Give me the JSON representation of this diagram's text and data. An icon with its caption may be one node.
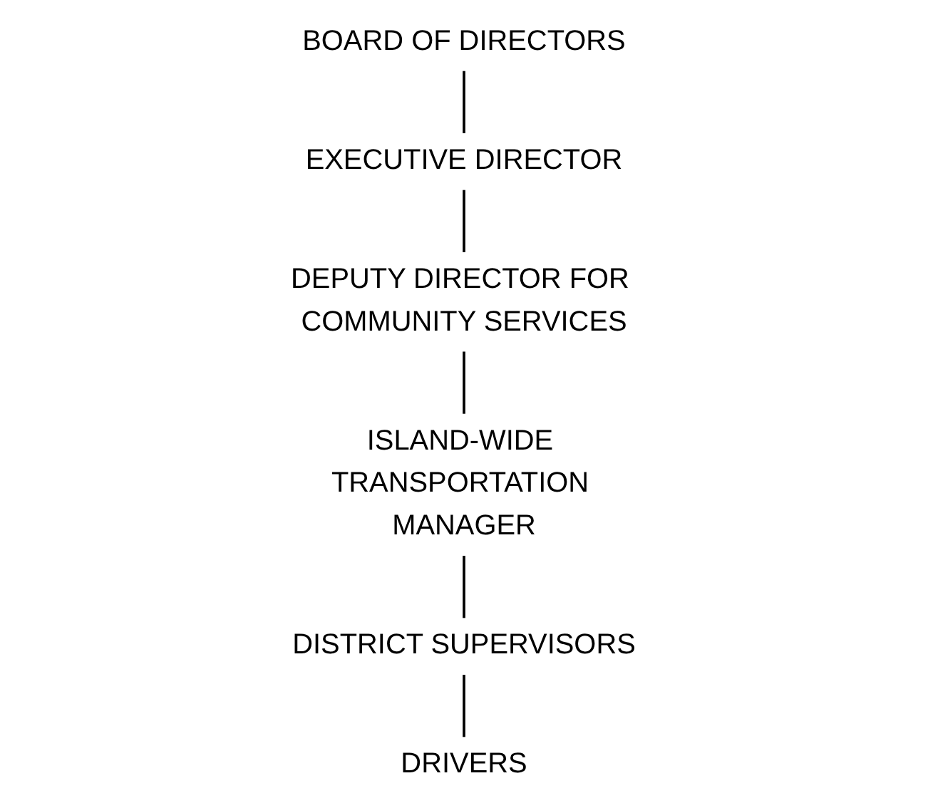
{
  "diagram": {
    "nodes": [
      {
        "text": [
          "BOARD OF DIRECTORS"
        ]
      },
      {
        "text": [
          "EXECUTIVE DIRECTOR"
        ]
      },
      {
        "text": [
          "DEPUTY DIRECTOR FOR COMMUNITY SERVICES"
        ]
      },
      {
        "text": [
          "ISLAND-WIDE TRANSPORTATION MANAGER"
        ]
      },
      {
        "text": [
          "DISTRICT SUPERVISORS"
        ]
      },
      {
        "text": [
          "DRIVERS"
        ]
      }
    ],
    "edges": [
      {
        "from": 0,
        "to": 1,
        "arrow": "none"
      },
      {
        "from": 1,
        "to": 2,
        "arrow": "none"
      },
      {
        "from": 2,
        "to": 3,
        "arrow": "none"
      },
      {
        "from": 3,
        "to": 4,
        "arrow": "none"
      },
      {
        "from": 4,
        "to": 5,
        "arrow": "none"
      }
    ]
  }
}
